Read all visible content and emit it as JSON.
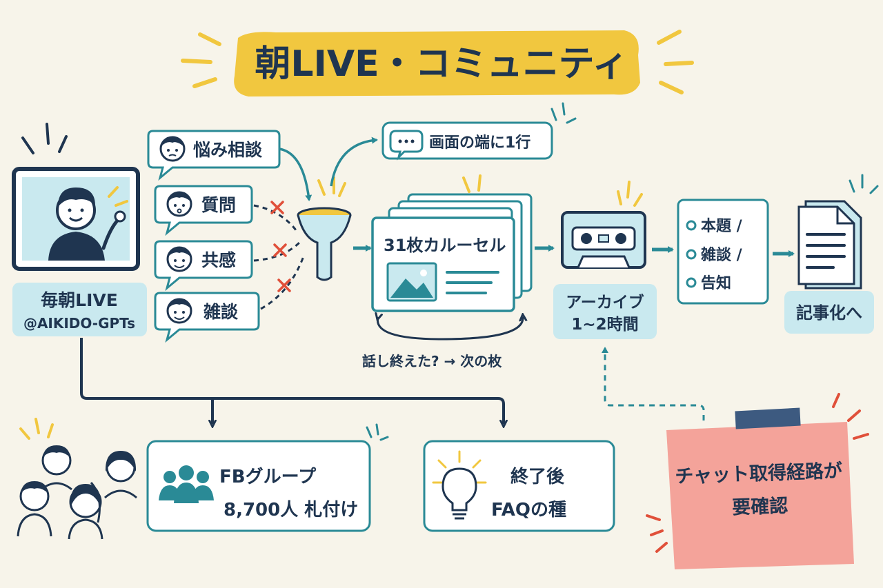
{
  "title": "朝LIVE・コミュニティ",
  "live": {
    "line1": "毎朝LIVE",
    "line2": "@AIKIDO-GPTs"
  },
  "topics": [
    "悩み相談",
    "質問",
    "共感",
    "雑談"
  ],
  "side_note": "画面の端に1行",
  "carousel": {
    "label": "31枚カルーセル",
    "loop_caption": "話し終えた? → 次の枚"
  },
  "archive": {
    "line1": "アーカイブ",
    "line2": "1~2時間"
  },
  "chapters": [
    "本題 /",
    "雑談 /",
    "告知"
  ],
  "article": "記事化へ",
  "fb_group": {
    "line1": "FBグループ",
    "line2": "8,700人 札付け"
  },
  "faq": {
    "line1": "終了後",
    "line2": "FAQの種"
  },
  "sticky": {
    "line1": "チャット取得経路が",
    "line2": "要確認"
  },
  "colors": {
    "ink": "#1f3550",
    "teal": "#2a8a96",
    "box_fill": "#ffffff",
    "label_fill": "#c9e9ef",
    "title_highlight": "#f1c73f",
    "spark": "#f1c73f",
    "cross": "#e0503a",
    "sticky_fill": "#f4a39a",
    "tape": "#3d5a80",
    "background": "#f7f4ea"
  }
}
